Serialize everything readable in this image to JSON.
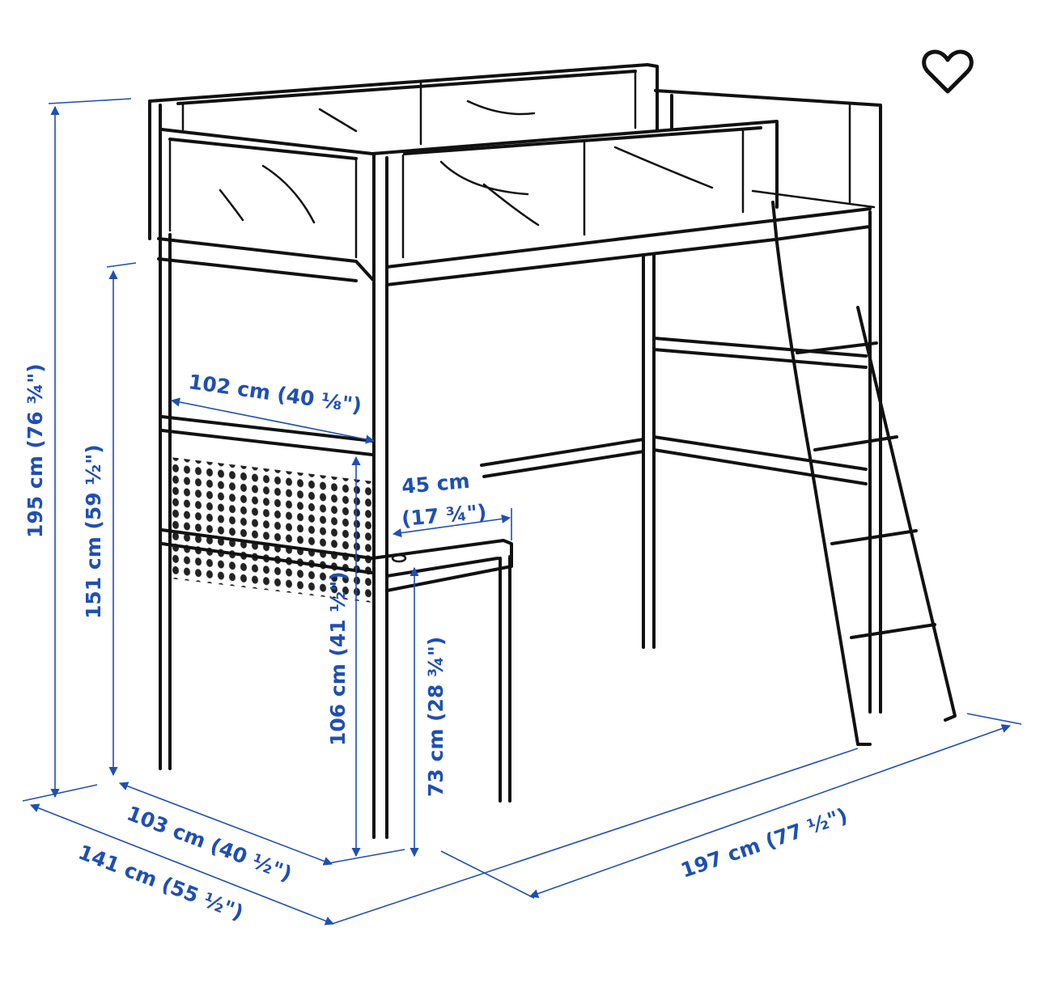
{
  "dimensions": {
    "total_height": "195 cm (76 ¾\")",
    "deck_height": "151 cm (59 ½\")",
    "desk_width": "102 cm (40 ⅛\")",
    "desk_depth_cm": "45 cm",
    "desk_depth_in": "(17 ¾\")",
    "desk_frame_height": "106 cm (41 ½\")",
    "desk_height": "73 cm (28 ¾\")",
    "bed_width": "103 cm (40 ½\")",
    "total_width": "141 cm (55 ½\")",
    "total_length": "197 cm (77 ½\")"
  },
  "icons": {
    "favorite": "heart-outline-icon"
  },
  "colors": {
    "dimension": "#1f4fb3",
    "line_art": "#111111",
    "background": "#ffffff"
  }
}
